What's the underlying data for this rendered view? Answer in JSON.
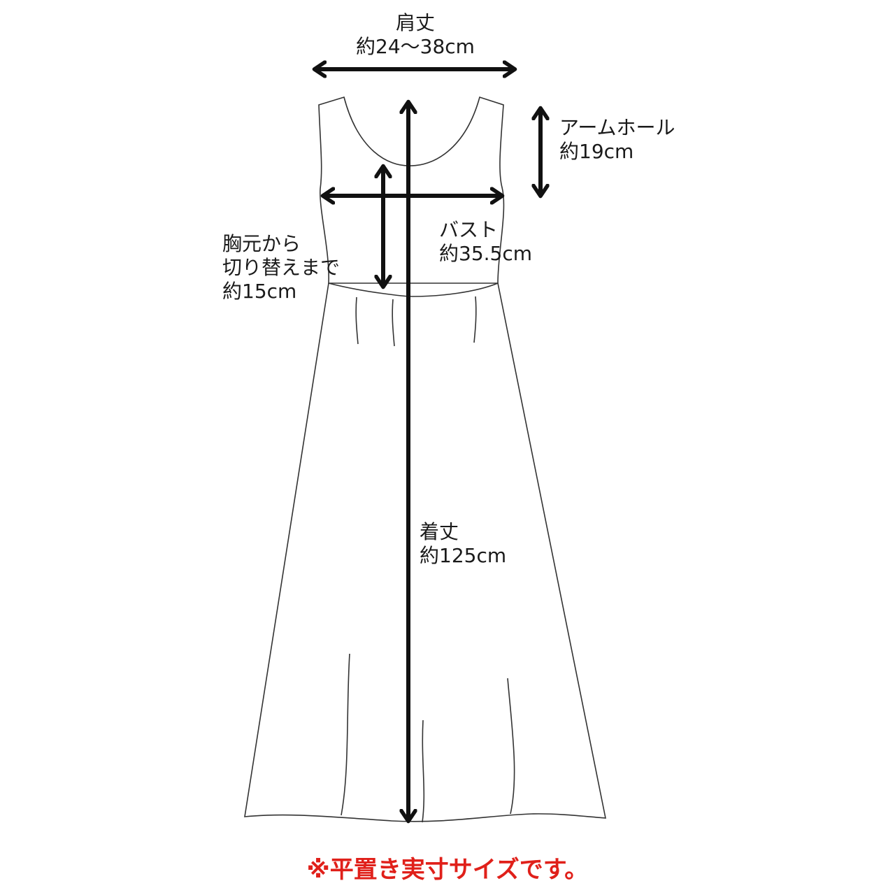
{
  "measurements": {
    "shoulder": {
      "name": "肩丈",
      "value": "約24～38cm"
    },
    "armhole": {
      "name": "アームホール",
      "value": "約19cm"
    },
    "bust": {
      "name": "バスト",
      "value": "約35.5cm"
    },
    "chest_to_waist": {
      "name_line1": "胸元から",
      "name_line2": "切り替えまで",
      "value": "約15cm"
    },
    "length": {
      "name": "着丈",
      "value": "約125cm"
    }
  },
  "note": "※平置き実寸サイズです。",
  "colors": {
    "line": "#1a1a1a",
    "note": "#e0201a",
    "background": "#ffffff"
  }
}
